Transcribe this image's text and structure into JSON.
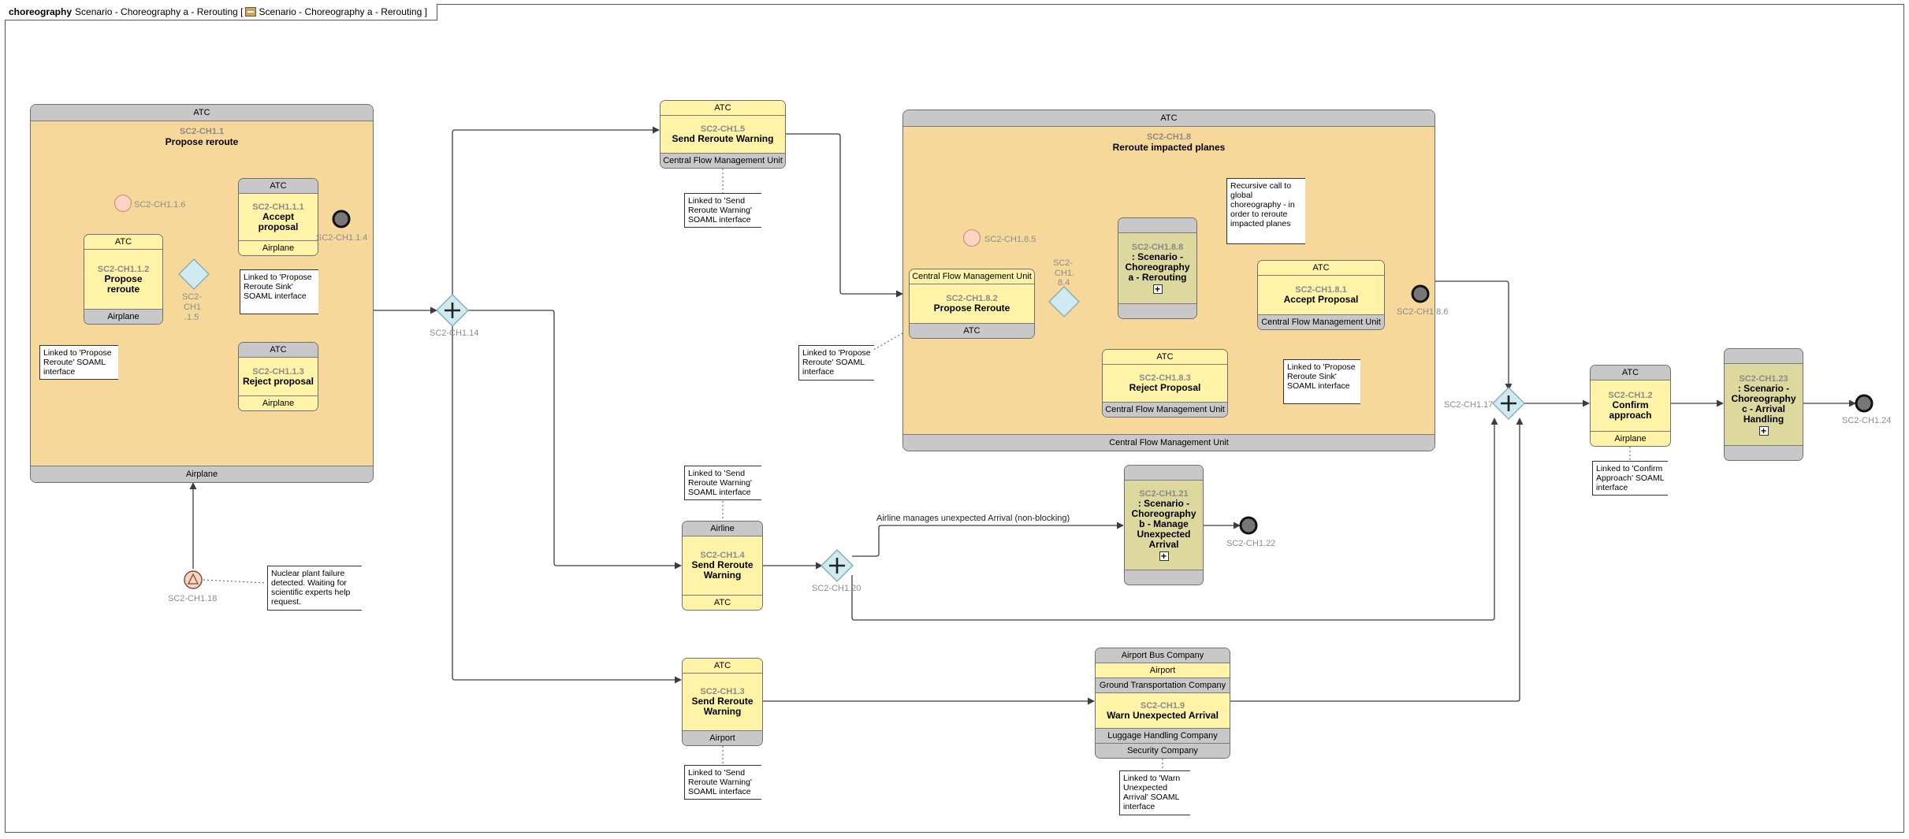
{
  "frame": {
    "keyword": "choreography",
    "title": "Scenario - Choreography a - Rerouting [",
    "title_tail": "Scenario - Choreography a - Rerouting ]",
    "icon": "choreography-icon"
  },
  "colors": {
    "subprocess_fill": "#f7d89b",
    "task_fill": "#fff3a8",
    "participant_band": "#c8c8c8",
    "call_fill": "#dcd89e",
    "gateway_fill": "#cfeaf0",
    "start_event": "#fbd5c4",
    "end_event": "#777777"
  },
  "subprocesses": {
    "propose_reroute": {
      "id": "SC2-CH1.1",
      "name": "Propose reroute",
      "top": "ATC",
      "bottom": "Airplane"
    },
    "reroute_impacted": {
      "id": "SC2-CH1.8",
      "name": "Reroute impacted planes",
      "top": "ATC",
      "bottom": "Central Flow Management Unit"
    }
  },
  "tasks": {
    "t112": {
      "id": "SC2-CH1.1.2",
      "name": "Propose reroute",
      "top": "ATC",
      "bottom": "Airplane"
    },
    "t111": {
      "id": "SC2-CH1.1.1",
      "name": "Accept proposal",
      "top": "ATC",
      "bottom": "Airplane"
    },
    "t113": {
      "id": "SC2-CH1.1.3",
      "name": "Reject proposal",
      "top": "ATC",
      "bottom": "Airplane"
    },
    "t15": {
      "id": "SC2-CH1.5",
      "name": "Send Reroute Warning",
      "top": "ATC",
      "bottom": "Central Flow Management Unit"
    },
    "t14": {
      "id": "SC2-CH1.4",
      "name": "Send Reroute Warning",
      "top": "Airline",
      "bottom": "ATC"
    },
    "t13": {
      "id": "SC2-CH1.3",
      "name": "Send Reroute Warning",
      "top": "ATC",
      "bottom": "Airport"
    },
    "t182": {
      "id": "SC2-CH1.8.2",
      "name": "Propose Reroute",
      "top": "Central Flow Management Unit",
      "bottom": "ATC"
    },
    "t188": {
      "id": "SC2-CH1.8.8",
      "name": ": Scenario - Choreography a - Rerouting"
    },
    "t181": {
      "id": "SC2-CH1.8.1",
      "name": "Accept Proposal",
      "top": "ATC",
      "bottom": "Central Flow Management Unit"
    },
    "t183": {
      "id": "SC2-CH1.8.3",
      "name": "Reject Proposal",
      "top": "ATC",
      "bottom": "Central Flow Management Unit"
    },
    "t121": {
      "id": "SC2-CH1.21",
      "name": ": Scenario - Choreography b - Manage Unexpected Arrival"
    },
    "t19": {
      "id": "SC2-CH1.9",
      "name": "Warn Unexpected Arrival",
      "top1": "Airport Bus Company",
      "top2": "Airport",
      "top3": "Ground Transportation Company",
      "bot1": "Luggage Handling Company",
      "bot2": "Security Company"
    },
    "t12": {
      "id": "SC2-CH1.2",
      "name": "Confirm approach",
      "top": "ATC",
      "bottom": "Airplane"
    },
    "t123": {
      "id": "SC2-CH1.23",
      "name": ": Scenario - Choreography c - Arrival Handling"
    }
  },
  "events": {
    "e116": "SC2-CH1.1.6",
    "e114": "SC2-CH1.1.4",
    "e118": "SC2-CH1.18",
    "e185": "SC2-CH1.8.5",
    "e186": "SC2-CH1.8.6",
    "e122": "SC2-CH1.22",
    "e124": "SC2-CH1.24"
  },
  "gateways": {
    "g115a": "SC2-",
    "g115b": "CH1",
    "g115c": ".1.5",
    "g114": "SC2-CH1.14",
    "g184a": "SC2-",
    "g184b": "CH1.",
    "g184c": "8.4",
    "g120": "SC2-CH1.20",
    "g117": "SC2-CH1.17"
  },
  "notes": {
    "n1": "Linked to 'Propose Reroute' SOAML interface",
    "n2": "Linked to 'Propose Reroute Sink' SOAML interface",
    "n3": "Nuclear plant failure detected. Waiting for scientific experts help request.",
    "n4": "Linked to 'Send Reroute Warning' SOAML interface",
    "n5": "Linked to 'Send Reroute Warning' SOAML interface",
    "n6": "Linked to 'Send Reroute Warning' SOAML interface",
    "n7": "Linked to 'Propose Reroute' SOAML interface",
    "n8": "Recursive call to global choreography - in order to reroute impacted planes",
    "n9": "Linked to 'Propose Reroute Sink' SOAML interface",
    "n10": "Linked to 'Warn Unexpected Arrival' SOAML interface",
    "n11": "Linked to 'Confirm Approach' SOAML interface"
  },
  "flow_labels": {
    "airline_nonblocking": "Airline manages unexpected Arrival (non-blocking)"
  }
}
